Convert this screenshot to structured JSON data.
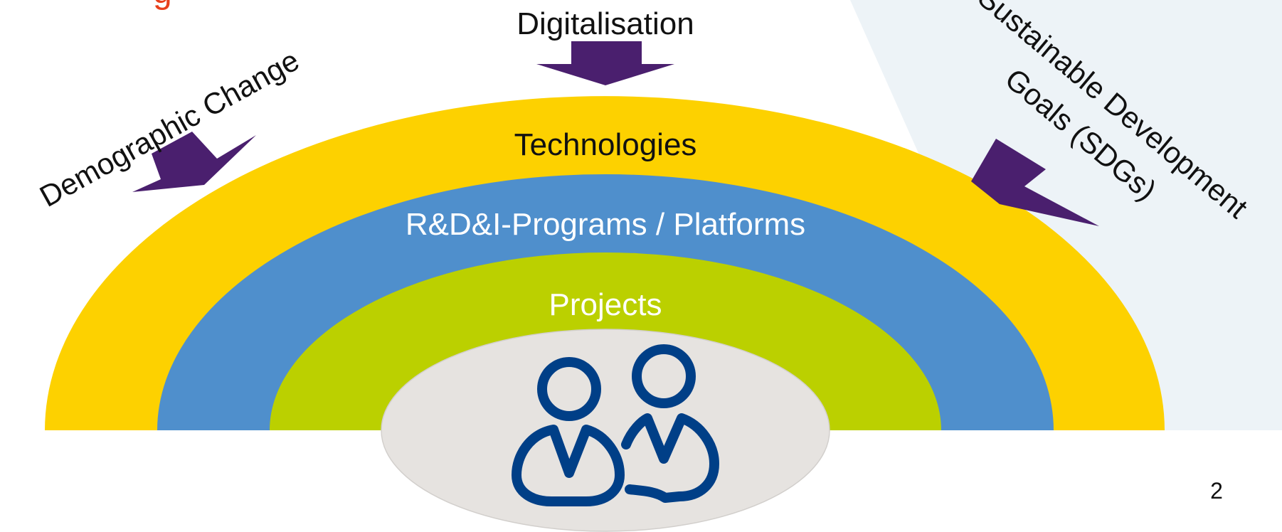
{
  "diagram": {
    "influences": {
      "top": "Digitalisation",
      "left": "Demographic Change",
      "right_line1": "Sustainable Development",
      "right_line2": "Goals (SDGs)"
    },
    "layers": {
      "outer": "Technologies",
      "middle": "R&D&I-Programs / Platforms",
      "inner": "Projects"
    },
    "center_icon": "two-people-icon",
    "page_number": "2",
    "colors": {
      "technologies": "#FDD100",
      "programs": "#4F8FCC",
      "projects": "#BBD000",
      "center": "#E6E3E0",
      "people": "#003F87",
      "arrows": "#4A1F6E",
      "corner_panel": "#EDF3F7",
      "title_fragment": "#E8401C"
    }
  }
}
